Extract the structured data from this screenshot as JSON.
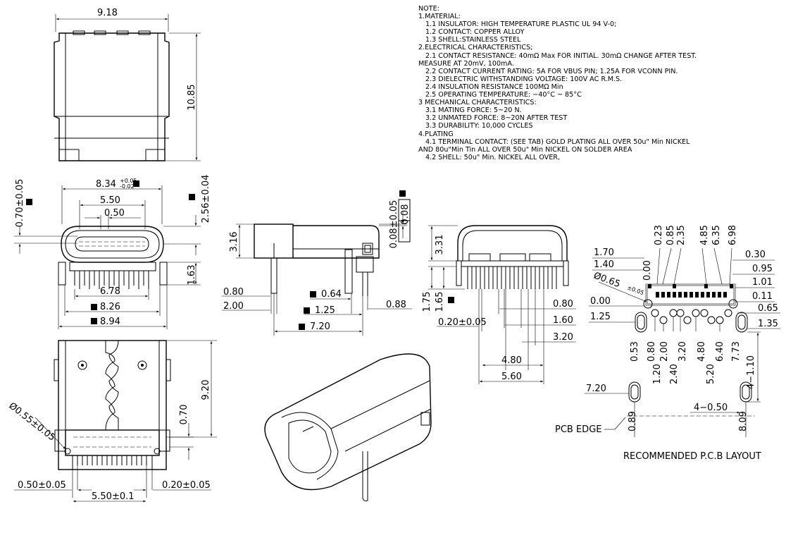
{
  "notes": {
    "title": "NOTE:",
    "lines": [
      {
        "text": "1.MATERIAL:",
        "indent": 0
      },
      {
        "text": "1.1 INSULATOR: HIGH TEMPERATURE PLASTIC UL 94 V-0;",
        "indent": 1
      },
      {
        "text": "1.2 CONTACT: COPPER ALLOY",
        "indent": 1
      },
      {
        "text": "1.3 SHELL:STAINLESS STEEL",
        "indent": 1
      },
      {
        "text": "2.ELECTRICAL CHARACTERISTICS;",
        "indent": 0
      },
      {
        "text": "2.1 CONTACT RESISTANCE: 40mΩ Max FOR INITIAL. 30mΩ CHANGE AFTER TEST.",
        "indent": 1
      },
      {
        "text": "MEASURE AT 20mV, 100mA.",
        "indent": 0
      },
      {
        "text": "2.2 CONTACT CURRENT RATING: 5A FOR VBUS PIN; 1.25A FOR VCONN PIN.",
        "indent": 1
      },
      {
        "text": "2.3 DIELECTRIC WITHSTANDING VOLTAGE: 100V AC R.M.S.",
        "indent": 1
      },
      {
        "text": "2.4 INSULATION RESISTANCE 100MΩ Min",
        "indent": 1
      },
      {
        "text": "2.5 OPERATING TEMPERATURE: −40°C ~ 85°C",
        "indent": 1
      },
      {
        "text": "3 MECHANICAL CHARACTERISTICS:",
        "indent": 0
      },
      {
        "text": "3.1 MATING FORCE: 5~20 N.",
        "indent": 1
      },
      {
        "text": "3.2 UNMATED FORCE: 8~20N AFTER TEST",
        "indent": 1
      },
      {
        "text": "3.3 DURABILITY: 10,000 CYCLES",
        "indent": 1
      },
      {
        "text": "4.PLATING",
        "indent": 0
      },
      {
        "text": "4.1 TERMINAL CONTACT: (SEE TAB) GOLD PLATING ALL OVER 50u\" Min NICKEL",
        "indent": 1
      },
      {
        "text": "AND 80u\"Min Tin ALL OVER 50u\" Min NICKEL ON SOLDER AREA",
        "indent": 0
      },
      {
        "text": "4.2 SHELL: 50u\" Min. NICKEL ALL OVER,",
        "indent": 1
      }
    ]
  },
  "top_view": {
    "width": "9.18",
    "height": "10.85"
  },
  "front_view": {
    "d_834": "8.34",
    "tol_834_upper": "+0.05",
    "tol_834_lower": "-0.02",
    "d_550": "5.50",
    "d_050": "0.50",
    "d_070": "0.70±0.05",
    "d_256": "2.56±0.04",
    "d_163": "1.63",
    "d_678": "6.78",
    "d_826": "8.26",
    "d_894": "8.94"
  },
  "side_view": {
    "d_316": "3.16",
    "d_008": "0.08±0.05",
    "d_008_box": "0.08",
    "d_080": "0.80",
    "d_200": "2.00",
    "d_064": "0.64",
    "d_125": "1.25",
    "d_088": "0.88",
    "d_720": "7.20"
  },
  "end_view": {
    "d_331": "3.31",
    "d_175": "1.75",
    "d_165": "1.65",
    "d_020": "0.20±0.05",
    "d_080": "0.80",
    "d_160": "1.60",
    "d_320": "3.20",
    "d_480": "4.80",
    "d_560": "5.60"
  },
  "bottom_view": {
    "d_920": "9.20",
    "d_070": "0.70",
    "d_055": "Ø0.55±0.05",
    "d_050": "0.50±0.05",
    "d_020": "0.20±0.05",
    "d_550": "5.50±0.1"
  },
  "pcb_layout": {
    "caption": "RECOMMENDED P.C.B LAYOUT",
    "pcb_edge": "PCB EDGE",
    "top_dims": [
      "0.23",
      "0.85",
      "2.35",
      "4.85",
      "6.35",
      "6.98"
    ],
    "d_000_top": "0.00",
    "d_170": "1.70",
    "d_140": "1.40",
    "d_065": "Ø0.65",
    "d_065_tol": "±0.05",
    "d_000_left": "0.00",
    "d_125": "1.25",
    "d_720": "7.20",
    "right_dims": [
      "0.30",
      "0.95",
      "1.01",
      "0.11",
      "0.65",
      "1.35"
    ],
    "mid_dims": [
      "0.53",
      "0.80",
      "2.00",
      "3.20",
      "4.80",
      "6.40",
      "7.73"
    ],
    "low_dims": [
      "1.20",
      "2.40",
      "5.20"
    ],
    "d_4_110": "4−1.10",
    "d_4_050": "4−0.50",
    "d_089": "0.89",
    "d_809": "8.09"
  }
}
